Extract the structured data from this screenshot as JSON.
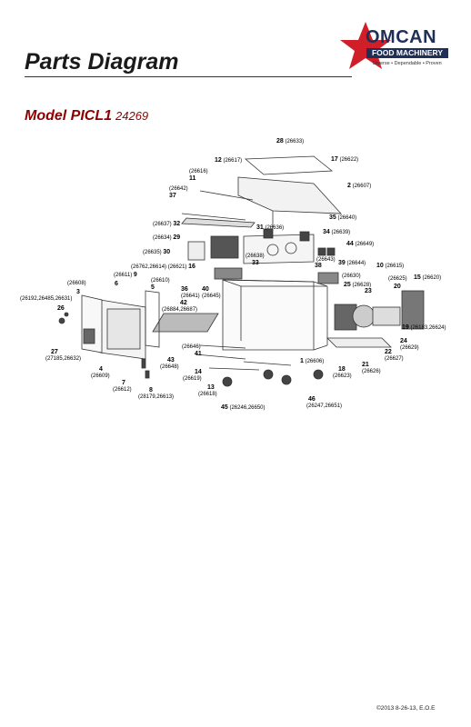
{
  "header": {
    "title": "Parts Diagram",
    "model_label": "Model PICL1",
    "model_number": "24269"
  },
  "logo": {
    "brand": "OMCAN",
    "subline": "FOOD MACHINERY",
    "tagline": "Diverse • Dependable • Proven"
  },
  "callouts": [
    {
      "num": "28",
      "code": "(26633)"
    },
    {
      "num": "12",
      "code": "(26617)"
    },
    {
      "num": "17",
      "code": "(26622)"
    },
    {
      "num": "11",
      "code": "(26616)"
    },
    {
      "num": "2",
      "code": "(26607)"
    },
    {
      "num": "37",
      "code": "(26642)"
    },
    {
      "num": "32",
      "code": "(26637)"
    },
    {
      "num": "35",
      "code": "(26640)"
    },
    {
      "num": "31",
      "code": "(26636)"
    },
    {
      "num": "29",
      "code": "(26634)"
    },
    {
      "num": "34",
      "code": "(26639)"
    },
    {
      "num": "44",
      "code": "(26649)"
    },
    {
      "num": "30",
      "code": "(26635)"
    },
    {
      "num": "",
      "code": "(26638)"
    },
    {
      "num": "",
      "code": "(26643)"
    },
    {
      "num": "16",
      "code": "(26762,26614)"
    },
    {
      "num": "",
      "code": "(26621)"
    },
    {
      "num": "33",
      "code": ""
    },
    {
      "num": "38",
      "code": ""
    },
    {
      "num": "39",
      "code": "(26644)"
    },
    {
      "num": "10",
      "code": "(26615)"
    },
    {
      "num": "9",
      "code": "(26611)"
    },
    {
      "num": "(26625)",
      "code": ""
    },
    {
      "num": "15",
      "code": "(26620)"
    },
    {
      "num": "20",
      "code": ""
    },
    {
      "num": "6",
      "code": "(26608)"
    },
    {
      "num": "5",
      "code": "(26610)"
    },
    {
      "num": "36",
      "code": "(26641)"
    },
    {
      "num": "40",
      "code": "(26645)"
    },
    {
      "num": "",
      "code": "(26630)"
    },
    {
      "num": "25",
      "code": "(26628)"
    },
    {
      "num": "23",
      "code": ""
    },
    {
      "num": "3",
      "code": "(26192,26485,26631)"
    },
    {
      "num": "42",
      "code": "(26884,26687)"
    },
    {
      "num": "26",
      "code": ""
    },
    {
      "num": "19",
      "code": "(26183,26624)"
    },
    {
      "num": "24",
      "code": "(26629)"
    },
    {
      "num": "41",
      "code": "(26646)"
    },
    {
      "num": "43",
      "code": "(26648)"
    },
    {
      "num": "22",
      "code": "(26627)"
    },
    {
      "num": "27",
      "code": "(27185,26632)"
    },
    {
      "num": "4",
      "code": "(26609)"
    },
    {
      "num": "14",
      "code": "(26619)"
    },
    {
      "num": "1",
      "code": "(26606)"
    },
    {
      "num": "21",
      "code": "(26626)"
    },
    {
      "num": "18",
      "code": "(26623)"
    },
    {
      "num": "7",
      "code": "(26612)"
    },
    {
      "num": "8",
      "code": "(28179,26613)"
    },
    {
      "num": "13",
      "code": "(26618)"
    },
    {
      "num": "46",
      "code": "(26247,26651)"
    },
    {
      "num": "45",
      "code": "(26246,26650)"
    }
  ],
  "footer": {
    "copyright": "©2013 8-26-13, E.O.E"
  }
}
